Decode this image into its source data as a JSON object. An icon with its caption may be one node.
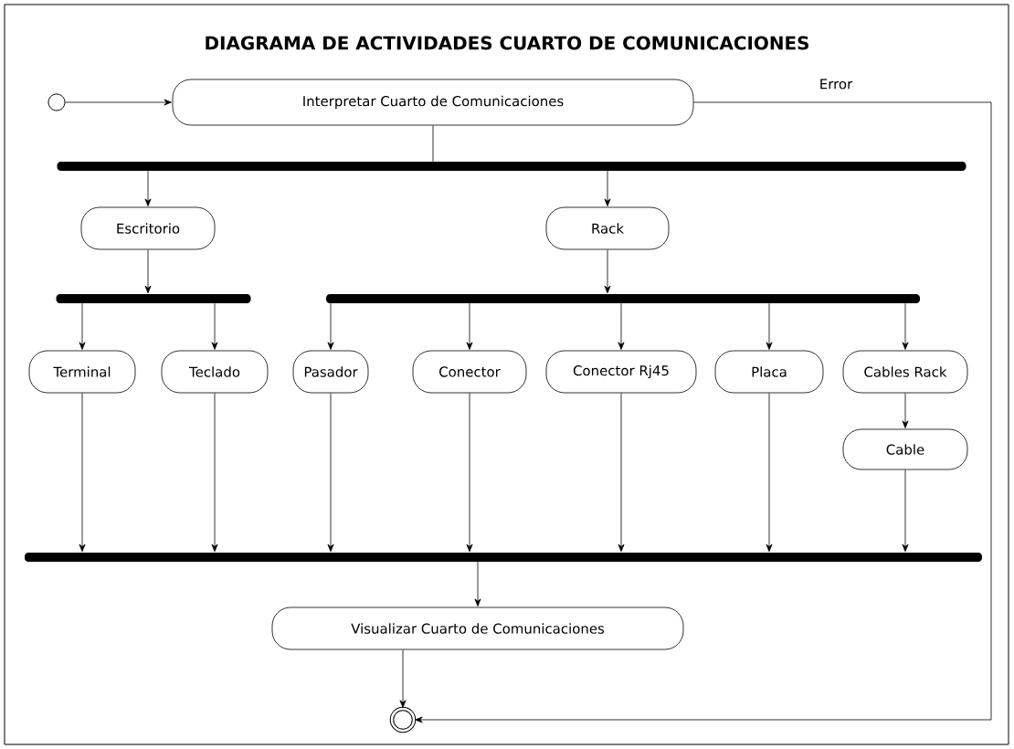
{
  "diagram": {
    "title": "DIAGRAMA DE ACTIVIDADES CUARTO DE COMUNICACIONES",
    "nodes": [
      {
        "text": [],
        "shape": "circle"
      },
      {
        "text": [
          "Interpretar Cuarto de Comunicaciones"
        ]
      },
      {
        "text": [],
        "shape": "bar"
      },
      {
        "text": [
          "Escritorio"
        ]
      },
      {
        "text": [
          "Rack"
        ]
      },
      {
        "text": [],
        "shape": "bar"
      },
      {
        "text": [],
        "shape": "bar"
      },
      {
        "text": [
          "Terminal"
        ]
      },
      {
        "text": [
          "Teclado"
        ]
      },
      {
        "text": [
          "Pasador"
        ]
      },
      {
        "text": [
          "Conector"
        ]
      },
      {
        "text": [
          "Conector Rj45"
        ]
      },
      {
        "text": [
          "Placa"
        ]
      },
      {
        "text": [
          "Cables Rack"
        ]
      },
      {
        "text": [
          "Cable"
        ]
      },
      {
        "text": [],
        "shape": "bar"
      },
      {
        "text": [
          "Visualizar Cuarto de Comunicaciones"
        ]
      },
      {
        "text": [],
        "shape": "circle"
      }
    ],
    "edges": [
      {
        "from": 0,
        "to": 1,
        "arrow": "to"
      },
      {
        "from": 1,
        "to": 2,
        "arrow": "none"
      },
      {
        "from": 2,
        "to": 3,
        "arrow": "to"
      },
      {
        "from": 2,
        "to": 4,
        "arrow": "to"
      },
      {
        "from": 3,
        "to": 5,
        "arrow": "to"
      },
      {
        "from": 4,
        "to": 6,
        "arrow": "to"
      },
      {
        "from": 5,
        "to": 7,
        "arrow": "to"
      },
      {
        "from": 5,
        "to": 8,
        "arrow": "to"
      },
      {
        "from": 6,
        "to": 9,
        "arrow": "to"
      },
      {
        "from": 6,
        "to": 10,
        "arrow": "to"
      },
      {
        "from": 6,
        "to": 11,
        "arrow": "to"
      },
      {
        "from": 6,
        "to": 12,
        "arrow": "to"
      },
      {
        "from": 6,
        "to": 13,
        "arrow": "to"
      },
      {
        "from": 13,
        "to": 14,
        "arrow": "to"
      },
      {
        "from": 7,
        "to": 15,
        "arrow": "to"
      },
      {
        "from": 8,
        "to": 15,
        "arrow": "to"
      },
      {
        "from": 9,
        "to": 15,
        "arrow": "to"
      },
      {
        "from": 10,
        "to": 15,
        "arrow": "to"
      },
      {
        "from": 11,
        "to": 15,
        "arrow": "to"
      },
      {
        "from": 12,
        "to": 15,
        "arrow": "to"
      },
      {
        "from": 14,
        "to": 15,
        "arrow": "to"
      },
      {
        "from": 15,
        "to": 16,
        "arrow": "to"
      },
      {
        "from": 16,
        "to": 17,
        "arrow": "to"
      },
      {
        "from": 1,
        "to": 17,
        "arrow": "to",
        "label": "Error"
      }
    ]
  }
}
